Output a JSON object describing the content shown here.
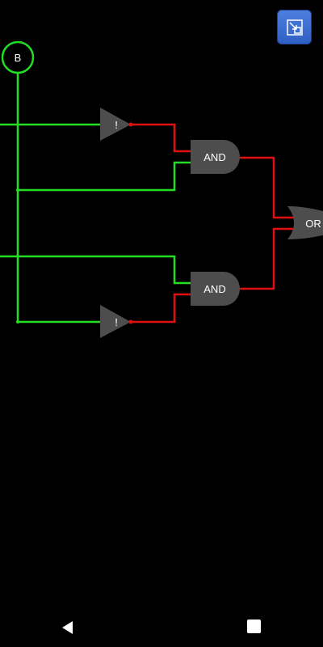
{
  "input": {
    "label": "B"
  },
  "gates": {
    "not_top": {
      "label": "!"
    },
    "not_bottom": {
      "label": "!"
    },
    "and_top": {
      "label": "AND"
    },
    "and_bottom": {
      "label": "AND"
    },
    "or": {
      "label": "OR"
    }
  },
  "toolbar": {
    "fit_icon": "fit-to-screen-icon"
  },
  "navbar": {
    "back_icon": "back-triangle-icon",
    "home_icon": "home-square-icon"
  },
  "colors": {
    "background": "#000000",
    "wire_on": "#22dd22",
    "wire_off": "#e01010",
    "gate_fill": "#4d4d4d",
    "button_blue": "#3d6fd8"
  }
}
